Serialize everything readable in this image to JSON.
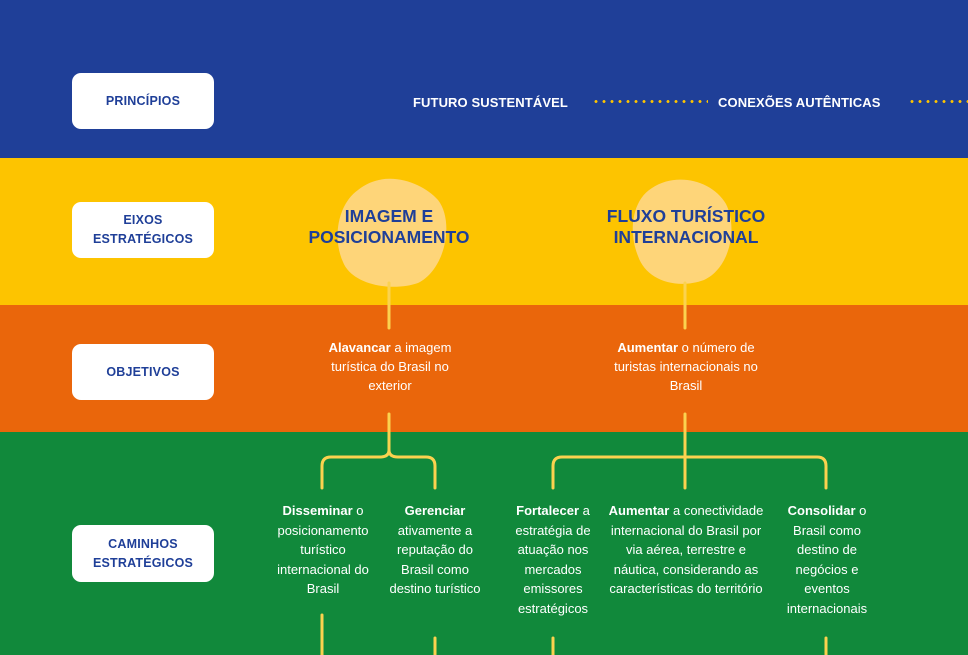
{
  "rows": {
    "principles": "PRINCÍPIOS",
    "axes": "EIXOS\nESTRATÉGICOS",
    "objectives": "OBJETIVOS",
    "paths": "CAMINHOS\nESTRATÉGICOS"
  },
  "principles": [
    "FUTURO SUSTENTÁVEL",
    "CONEXÕES AUTÊNTICAS"
  ],
  "axes": [
    {
      "title": "IMAGEM E\nPOSICIONAMENTO"
    },
    {
      "title": "FLUXO TURÍSTICO\nINTERNACIONAL"
    }
  ],
  "objectives": [
    {
      "verb": "Alavancar",
      "rest": " a imagem turística do Brasil no exterior"
    },
    {
      "verb": "Aumentar",
      "rest": " o número de turistas internacionais no Brasil"
    }
  ],
  "paths": [
    {
      "verb": "Disseminar",
      "rest": " o posicionamento turístico internacional do Brasil"
    },
    {
      "verb": "Gerenciar",
      "rest": " ativamente a reputação do Brasil como destino turístico"
    },
    {
      "verb": "Fortalecer",
      "rest": " a estratégia de atuação nos mercados emissores estratégicos"
    },
    {
      "verb": "Aumentar",
      "rest": " a conectividade internacional do Brasil por via aérea, terrestre e náutica, considerando as características do território"
    },
    {
      "verb": "Consolidar",
      "rest": " o Brasil como destino de negócios e eventos internacionais"
    }
  ],
  "colors": {
    "blue": "#1f3f98",
    "yellow": "#fdc400",
    "orange": "#ea660b",
    "green": "#11893b",
    "blob": "#fed579",
    "connector": "#fbd24f"
  }
}
